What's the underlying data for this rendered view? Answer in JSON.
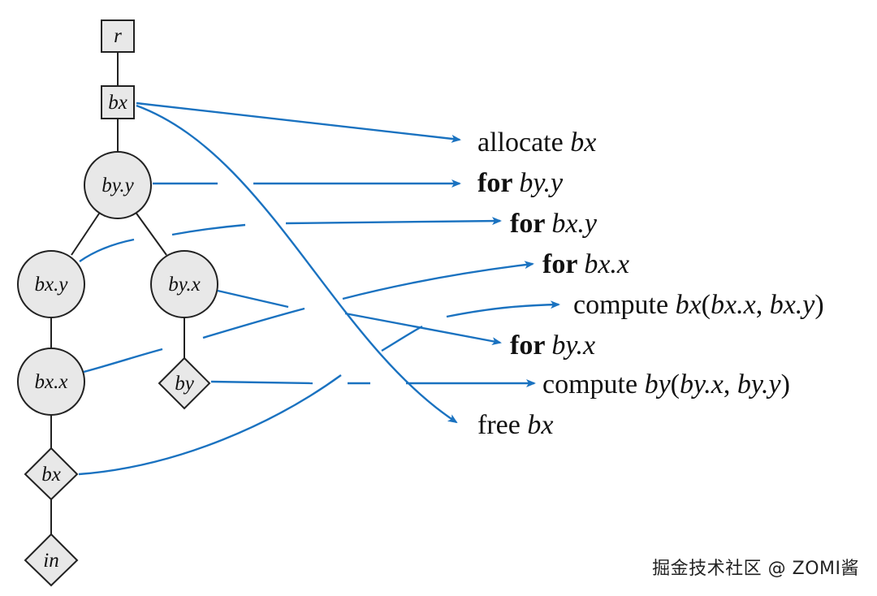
{
  "colors": {
    "arrow": "#1a72c0",
    "node_fill": "#e8e8e8",
    "node_stroke": "#222222"
  },
  "tree": {
    "nodes": {
      "r": "r",
      "bx_root": "bx",
      "by_y": "by.y",
      "bx_y": "bx.y",
      "by_x": "by.x",
      "bx_x": "bx.x",
      "by_compute": "by",
      "bx_compute": "bx",
      "in": "in"
    }
  },
  "code": [
    {
      "id": "allocate_bx",
      "parts": [
        {
          "t": "allocate ",
          "s": "plain"
        },
        {
          "t": "bx",
          "s": "italic"
        }
      ]
    },
    {
      "id": "for_by_y",
      "parts": [
        {
          "t": "for ",
          "s": "bold"
        },
        {
          "t": "by.y",
          "s": "italic"
        }
      ]
    },
    {
      "id": "for_bx_y",
      "parts": [
        {
          "t": "for ",
          "s": "bold"
        },
        {
          "t": "bx.y",
          "s": "italic"
        }
      ]
    },
    {
      "id": "for_bx_x",
      "parts": [
        {
          "t": "for ",
          "s": "bold"
        },
        {
          "t": "bx.x",
          "s": "italic"
        }
      ]
    },
    {
      "id": "compute_bx",
      "parts": [
        {
          "t": "compute ",
          "s": "plain"
        },
        {
          "t": "bx",
          "s": "italic"
        },
        {
          "t": "(",
          "s": "plain"
        },
        {
          "t": "bx.x",
          "s": "italic"
        },
        {
          "t": ", ",
          "s": "plain"
        },
        {
          "t": "bx.y",
          "s": "italic"
        },
        {
          "t": ")",
          "s": "plain"
        }
      ]
    },
    {
      "id": "for_by_x",
      "parts": [
        {
          "t": "for ",
          "s": "bold"
        },
        {
          "t": "by.x",
          "s": "italic"
        }
      ]
    },
    {
      "id": "compute_by",
      "parts": [
        {
          "t": "compute ",
          "s": "plain"
        },
        {
          "t": "by",
          "s": "italic"
        },
        {
          "t": "(",
          "s": "plain"
        },
        {
          "t": "by.x",
          "s": "italic"
        },
        {
          "t": ", ",
          "s": "plain"
        },
        {
          "t": "by.y",
          "s": "italic"
        },
        {
          "t": ")",
          "s": "plain"
        }
      ]
    },
    {
      "id": "free_bx",
      "parts": [
        {
          "t": "free ",
          "s": "plain"
        },
        {
          "t": "bx",
          "s": "italic"
        }
      ]
    }
  ],
  "watermark": "掘金技术社区 @ ZOMI酱"
}
